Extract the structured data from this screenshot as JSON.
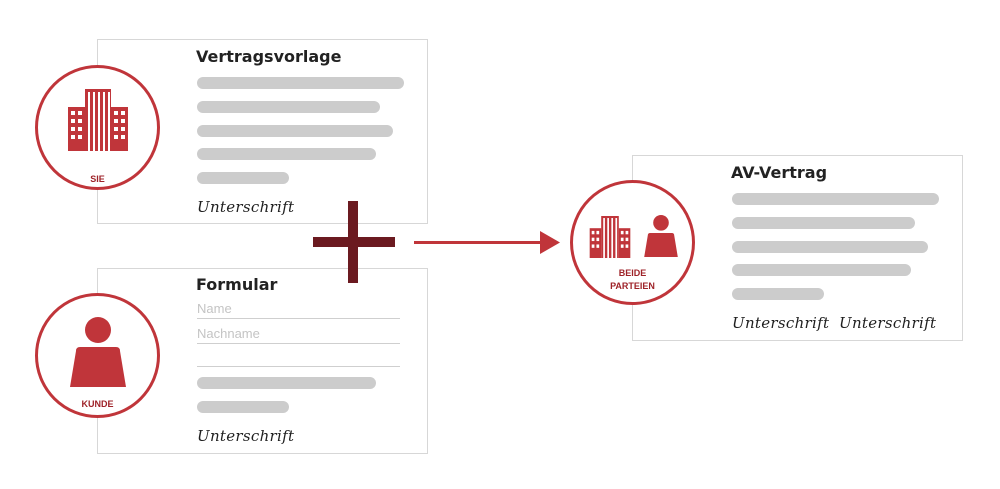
{
  "template": {
    "title": "Vertragsvorlage",
    "signature": "Unterschrift",
    "badge_label": "SIE",
    "badge_icon": "building-icon"
  },
  "form": {
    "title": "Formular",
    "field1_placeholder": "Name",
    "field2_placeholder": "Nachname",
    "signature": "Unterschrift",
    "badge_label": "KUNDE",
    "badge_icon": "person-icon"
  },
  "contract": {
    "title": "AV-Vertrag",
    "signature_left": "Unterschrift",
    "signature_right": "Unterschrift",
    "badge_label_line1": "BEIDE",
    "badge_label_line2": "PARTEIEN",
    "badge_icons": [
      "building-icon",
      "person-icon"
    ]
  },
  "colors": {
    "accent": "#c0353a",
    "plus": "#6b1a20",
    "placeholder_bar": "#cccccc"
  }
}
